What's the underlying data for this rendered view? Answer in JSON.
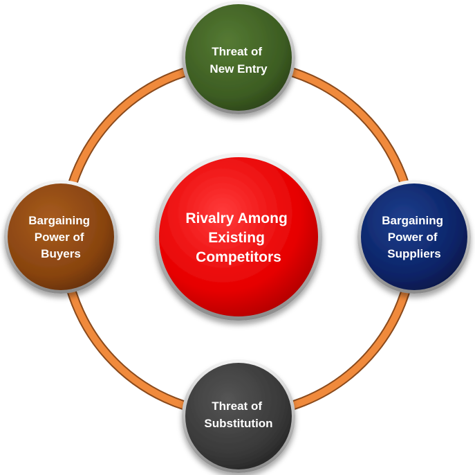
{
  "diagram": {
    "center": {
      "lines": [
        "Rivalry Among",
        "Existing",
        "Competitors"
      ],
      "color": "#ee0000"
    },
    "nodes": [
      {
        "id": "top",
        "lines": [
          "Threat of",
          "New Entry"
        ],
        "color": "#3f5f25"
      },
      {
        "id": "right",
        "lines": [
          "Bargaining",
          "Power of",
          "Suppliers"
        ],
        "color": "#0b2468"
      },
      {
        "id": "bottom",
        "lines": [
          "Threat of",
          "Substitution"
        ],
        "color": "#3a3a3a"
      },
      {
        "id": "left",
        "lines": [
          "Bargaining",
          "Power of",
          "Buyers"
        ],
        "color": "#8a4510"
      }
    ],
    "ring_color": "#f08a3c"
  }
}
